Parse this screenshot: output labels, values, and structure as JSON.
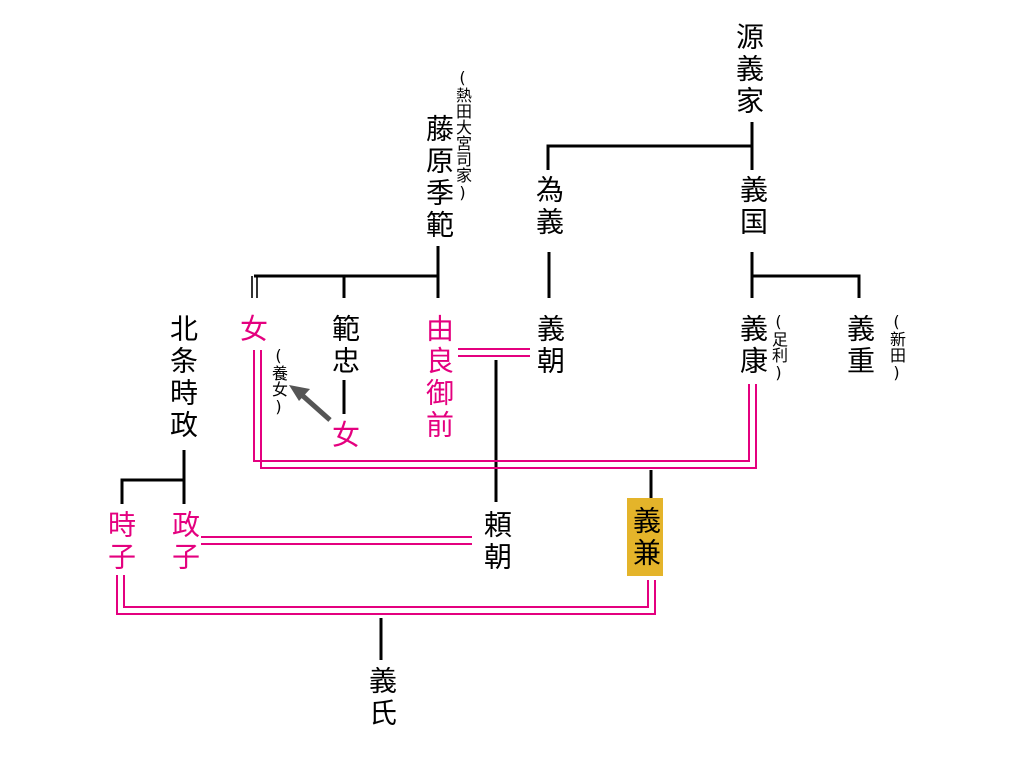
{
  "people": {
    "minamoto_yoshiie": "源義家",
    "tameyoshi": "為義",
    "yoshikuni": "義国",
    "fujiwara_suenori": "藤原季範",
    "suenori_note": "(熱田大宮司家)",
    "onna1": "女",
    "norikata": "範忠",
    "yura_gozen": "由良御前",
    "yoshitomo": "義朝",
    "yoshiyasu": "義康",
    "yoshiyasu_note": "(足利)",
    "yoshishige": "義重",
    "yoshishige_note": "(新田)",
    "hojo_tokimasa": "北条時政",
    "onna2": "女",
    "adopted_note": "(養女)",
    "tokiko": "時子",
    "masako": "政子",
    "yoritomo": "頼朝",
    "yoshikane": "義兼",
    "yoshiuji": "義氏"
  },
  "colors": {
    "line": "#000000",
    "female": "#e4007f",
    "highlight": "#e4b42a",
    "arrow": "#555555"
  }
}
